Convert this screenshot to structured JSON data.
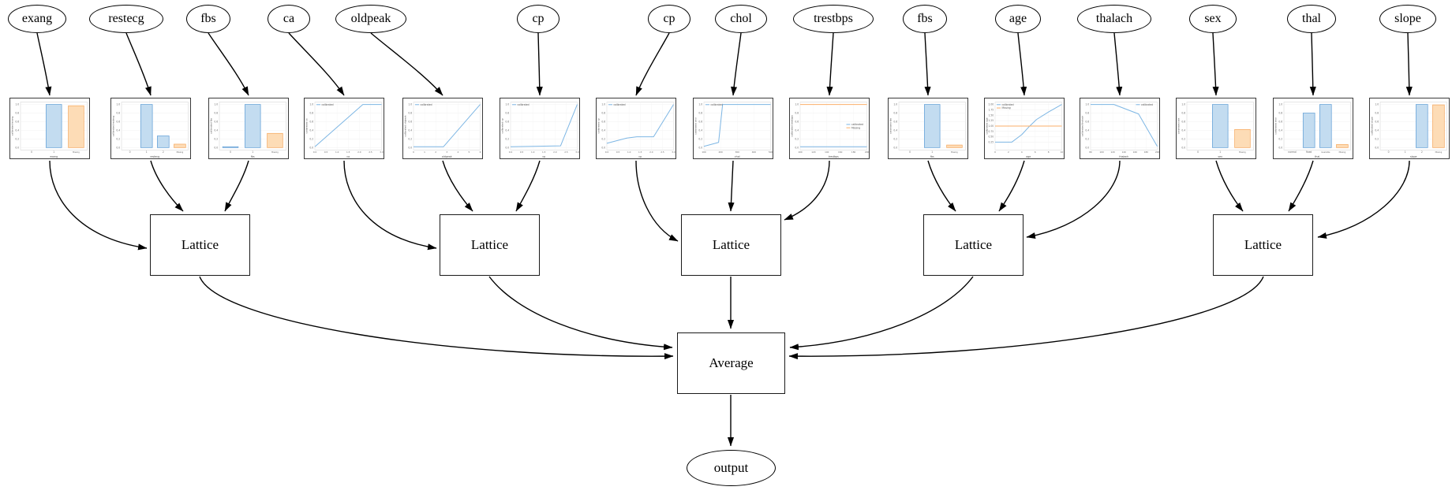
{
  "diagram": {
    "feature_nodes": [
      "exang",
      "restecg",
      "fbs",
      "ca",
      "oldpeak",
      "cp",
      "cp",
      "chol",
      "trestbps",
      "fbs",
      "age",
      "thalach",
      "sex",
      "thal",
      "slope"
    ],
    "lattice_label": "Lattice",
    "lattice_count": 5,
    "average_label": "Average",
    "output_label": "output",
    "groups": [
      [
        0,
        1,
        2
      ],
      [
        3,
        4,
        5
      ],
      [
        6,
        7,
        8
      ],
      [
        9,
        10,
        11
      ],
      [
        12,
        13,
        14
      ]
    ]
  },
  "colors": {
    "edge": "#000000",
    "node_border": "#000000",
    "chart_border": "#3a3a3a",
    "bar_blue_fill": "#c3dcf0",
    "bar_blue_edge": "#5b9bd5",
    "bar_orange_fill": "#fddcb6",
    "bar_orange_edge": "#f6a65b",
    "line_blue": "#7db6e4",
    "line_orange": "#fbaf6a"
  },
  "chart_data": [
    {
      "feature": "exang",
      "type": "bar",
      "xlabel": "exang",
      "ylabel": "calibrated exang",
      "ymax": 1,
      "yticks": [
        "1.0",
        "0.8",
        "0.6",
        "0.4",
        "0.2",
        "0.0"
      ],
      "xticks": [
        "0",
        "1",
        "Missing"
      ],
      "values": [
        0,
        1.0,
        0.97
      ]
    },
    {
      "feature": "restecg",
      "type": "bar",
      "xlabel": "restecg",
      "ylabel": "calibrated restecg",
      "ymax": 1,
      "yticks": [
        "1.0",
        "0.8",
        "0.6",
        "0.4",
        "0.2",
        "0.0"
      ],
      "xticks": [
        "0",
        "1",
        "2",
        "Missing"
      ],
      "values": [
        0,
        1.0,
        0.27,
        0.08
      ]
    },
    {
      "feature": "fbs",
      "type": "bar",
      "xlabel": "fbs",
      "ylabel": "calibrated fbs",
      "ymax": 1,
      "yticks": [
        "1.0",
        "0.8",
        "0.6",
        "0.4",
        "0.2",
        "0.0"
      ],
      "xticks": [
        "0",
        "1",
        "Missing"
      ],
      "values": [
        0.02,
        1.0,
        0.33
      ]
    },
    {
      "feature": "ca",
      "type": "line",
      "xlabel": "ca",
      "ylabel": "calibrated ca",
      "ymax": 1,
      "yticks": [
        "1.0",
        "0.8",
        "0.6",
        "0.4",
        "0.2",
        "0.0"
      ],
      "xticks": [
        "0.0",
        "0.5",
        "1.0",
        "1.5",
        "2.0",
        "2.5",
        "3.0"
      ],
      "legend": {
        "position": "top-left",
        "entries": [
          "calibrated"
        ]
      },
      "series": [
        {
          "name": "calibrated",
          "color": "blue",
          "points": [
            [
              0,
              0.02
            ],
            [
              0.72,
              1.0
            ],
            [
              1,
              1.0
            ]
          ]
        }
      ]
    },
    {
      "feature": "oldpeak",
      "type": "line",
      "xlabel": "oldpeak",
      "ylabel": "calibrated oldpeak",
      "ymax": 1,
      "yticks": [
        "1.0",
        "0.8",
        "0.6",
        "0.4",
        "0.2",
        "0.0"
      ],
      "xticks": [
        "0",
        "1",
        "2",
        "3",
        "4",
        "5",
        "6"
      ],
      "legend": {
        "position": "top-left",
        "entries": [
          "calibrated"
        ]
      },
      "series": [
        {
          "name": "calibrated",
          "color": "blue",
          "points": [
            [
              0,
              0.02
            ],
            [
              0.45,
              0.02
            ],
            [
              1,
              1.0
            ]
          ]
        }
      ]
    },
    {
      "feature": "cp",
      "type": "line",
      "xlabel": "cp",
      "ylabel": "calibrated cp",
      "ymax": 1,
      "yticks": [
        "1.0",
        "0.8",
        "0.6",
        "0.4",
        "0.2",
        "0.0"
      ],
      "xticks": [
        "0.0",
        "0.5",
        "1.0",
        "1.5",
        "2.0",
        "2.5",
        "3.0"
      ],
      "legend": {
        "position": "top-left",
        "entries": [
          "calibrated"
        ]
      },
      "series": [
        {
          "name": "calibrated",
          "color": "blue",
          "points": [
            [
              0,
              0.02
            ],
            [
              0.75,
              0.04
            ],
            [
              1,
              1.0
            ]
          ]
        }
      ]
    },
    {
      "feature": "cp",
      "type": "line",
      "xlabel": "cp",
      "ylabel": "calibrated cp",
      "ymax": 1,
      "yticks": [
        "1.0",
        "0.8",
        "0.6",
        "0.4",
        "0.2",
        "0.0"
      ],
      "xticks": [
        "0.0",
        "0.5",
        "1.0",
        "1.5",
        "2.0",
        "2.5",
        "3.0"
      ],
      "legend": {
        "position": "top-left",
        "entries": [
          "calibrated"
        ]
      },
      "series": [
        {
          "name": "calibrated",
          "color": "blue",
          "points": [
            [
              0,
              0.1
            ],
            [
              0.3,
              0.22
            ],
            [
              0.45,
              0.25
            ],
            [
              0.7,
              0.25
            ],
            [
              1,
              1.0
            ]
          ]
        }
      ]
    },
    {
      "feature": "chol",
      "type": "line",
      "xlabel": "chol",
      "ylabel": "calibrated chol",
      "ymax": 1,
      "yticks": [
        "1.0",
        "0.8",
        "0.6",
        "0.4",
        "0.2",
        "0.0"
      ],
      "xticks": [
        "100",
        "200",
        "300",
        "400",
        "500"
      ],
      "legend": {
        "position": "top-left",
        "entries": [
          "calibrated"
        ]
      },
      "series": [
        {
          "name": "calibrated",
          "color": "blue",
          "points": [
            [
              0,
              0.03
            ],
            [
              0.22,
              0.12
            ],
            [
              0.28,
              1.0
            ],
            [
              1,
              1.0
            ]
          ]
        }
      ]
    },
    {
      "feature": "trestbps",
      "type": "line",
      "xlabel": "trestbps",
      "ylabel": "calibrated trestbps",
      "ymax": 1,
      "yticks": [
        "1.0",
        "0.8",
        "0.6",
        "0.4",
        "0.2",
        "0.0"
      ],
      "xticks": [
        "100",
        "120",
        "140",
        "160",
        "180",
        "200"
      ],
      "legend": {
        "position": "right",
        "entries": [
          "calibrated",
          "Missing"
        ]
      },
      "series": [
        {
          "name": "calibrated",
          "color": "blue",
          "points": [
            [
              0,
              0.02
            ],
            [
              1,
              0.02
            ]
          ]
        },
        {
          "name": "Missing",
          "color": "orange",
          "points": [
            [
              0,
              1.0
            ],
            [
              1,
              1.0
            ]
          ]
        }
      ]
    },
    {
      "feature": "fbs",
      "type": "bar",
      "xlabel": "fbs",
      "ylabel": "calibrated fbs",
      "ymax": 1,
      "yticks": [
        "1.0",
        "0.8",
        "0.6",
        "0.4",
        "0.2",
        "0.0"
      ],
      "xticks": [
        "0",
        "1",
        "Missing"
      ],
      "values": [
        0,
        1.0,
        0.06
      ]
    },
    {
      "feature": "age",
      "type": "line",
      "xlabel": "age",
      "ylabel": "calibrated age",
      "ymax": 2,
      "yticks": [
        "2.00",
        "1.75",
        "1.50",
        "1.25",
        "1.00",
        "0.75",
        "0.50",
        "0.25"
      ],
      "xticks": [
        "0",
        "2",
        "4",
        "6",
        "8",
        "10"
      ],
      "legend": {
        "position": "top-left",
        "entries": [
          "calibrated",
          "Missing"
        ]
      },
      "series": [
        {
          "name": "calibrated",
          "color": "blue",
          "points": [
            [
              0,
              0.25
            ],
            [
              0.25,
              0.25
            ],
            [
              0.4,
              0.6
            ],
            [
              0.52,
              1.0
            ],
            [
              0.62,
              1.3
            ],
            [
              0.8,
              1.65
            ],
            [
              1,
              2.0
            ]
          ]
        },
        {
          "name": "Missing",
          "color": "orange",
          "points": [
            [
              0,
              1.0
            ],
            [
              1,
              1.0
            ]
          ]
        }
      ]
    },
    {
      "feature": "thalach",
      "type": "line",
      "xlabel": "thalach",
      "ylabel": "calibrated thalach",
      "ymax": 1,
      "yticks": [
        "1.0",
        "0.8",
        "0.6",
        "0.4",
        "0.2",
        "0.0"
      ],
      "xticks": [
        "80",
        "100",
        "120",
        "140",
        "160",
        "180",
        "200"
      ],
      "legend": {
        "position": "top-right",
        "entries": [
          "calibrated"
        ]
      },
      "series": [
        {
          "name": "calibrated",
          "color": "blue",
          "points": [
            [
              0,
              1.0
            ],
            [
              0.35,
              1.0
            ],
            [
              0.72,
              0.78
            ],
            [
              1,
              0.03
            ]
          ]
        }
      ]
    },
    {
      "feature": "sex",
      "type": "bar",
      "xlabel": "sex",
      "ylabel": "calibrated sex",
      "ymax": 1,
      "yticks": [
        "1.0",
        "0.8",
        "0.6",
        "0.4",
        "0.2",
        "0.0"
      ],
      "xticks": [
        "0",
        "1",
        "Missing"
      ],
      "values": [
        0,
        1.0,
        0.42
      ]
    },
    {
      "feature": "thal",
      "type": "bar",
      "xlabel": "thal",
      "ylabel": "calibrated thal",
      "ymax": 1,
      "yticks": [
        "1.0",
        "0.8",
        "0.6",
        "0.4",
        "0.2",
        "0.0"
      ],
      "xticks": [
        "normal",
        "fixed",
        "reversible",
        "Missing"
      ],
      "values": [
        0,
        0.8,
        1.0,
        0.07
      ]
    },
    {
      "feature": "slope",
      "type": "bar",
      "xlabel": "slope",
      "ylabel": "calibrated slope",
      "ymax": 1,
      "yticks": [
        "1.0",
        "0.8",
        "0.6",
        "0.4",
        "0.2",
        "0.0"
      ],
      "xticks": [
        "0",
        "1",
        "2",
        "Missing"
      ],
      "values": [
        0,
        0,
        1.0,
        0.99
      ]
    }
  ]
}
